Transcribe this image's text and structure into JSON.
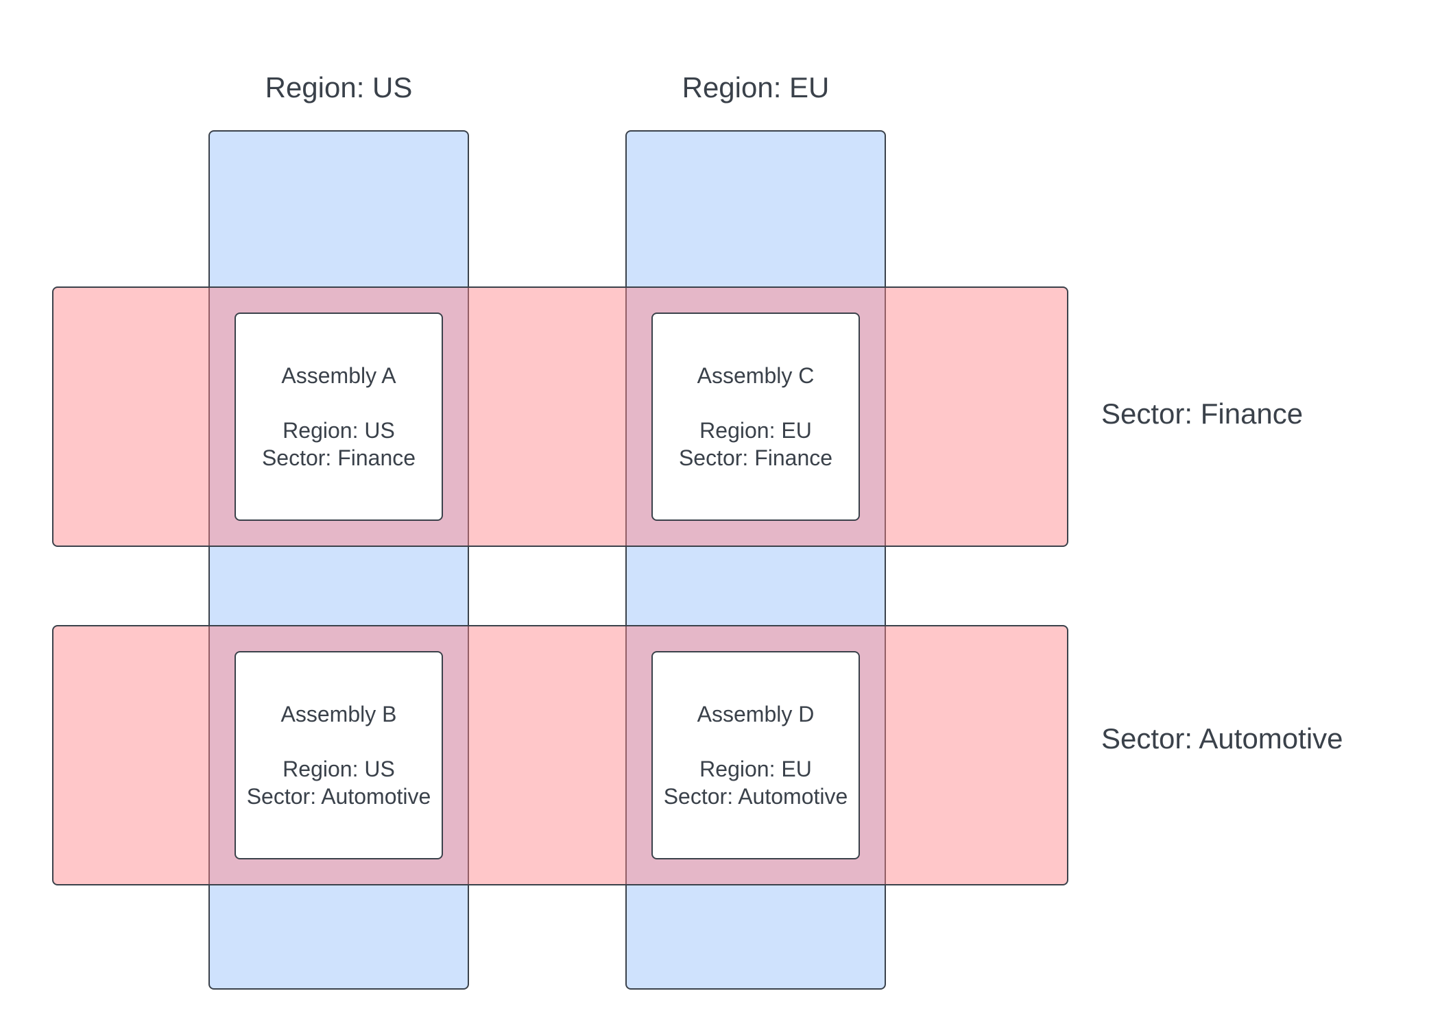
{
  "columns": [
    {
      "label": "Region: US"
    },
    {
      "label": "Region: EU"
    }
  ],
  "rows": [
    {
      "label": "Sector: Finance"
    },
    {
      "label": "Sector: Automotive"
    }
  ],
  "nodes": [
    {
      "title": "Assembly A",
      "region": "Region: US",
      "sector": "Sector: Finance"
    },
    {
      "title": "Assembly C",
      "region": "Region: EU",
      "sector": "Sector: Finance"
    },
    {
      "title": "Assembly B",
      "region": "Region: US",
      "sector": "Sector: Automotive"
    },
    {
      "title": "Assembly D",
      "region": "Region: EU",
      "sector": "Sector: Automotive"
    }
  ],
  "colors": {
    "column_fill": "#cfe3fd",
    "row_fill": "#ffc6c8",
    "overlap_fill": "#e4b9c4",
    "stroke": "#3a414a",
    "text": "#3a414a"
  }
}
